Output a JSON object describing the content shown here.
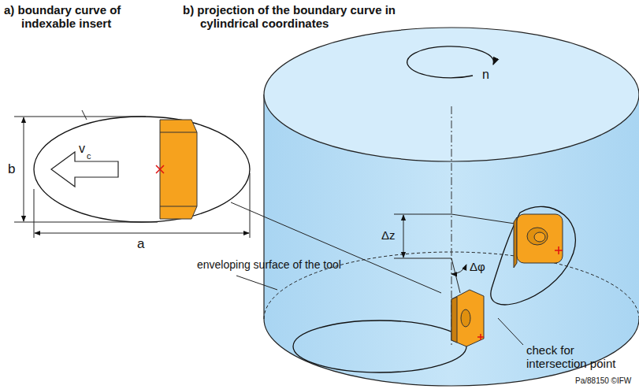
{
  "diagram": {
    "labels": [
      "a) boundary curve of indexable insert",
      "b) projection of the boundary curve in cylindrical coordinates",
      "b",
      "a",
      "v",
      "c",
      "n",
      "Δz",
      "Δφ",
      "enveloping surface of the tool",
      "check for intersection point",
      "Pa/88150 ©IFW"
    ]
  }
}
